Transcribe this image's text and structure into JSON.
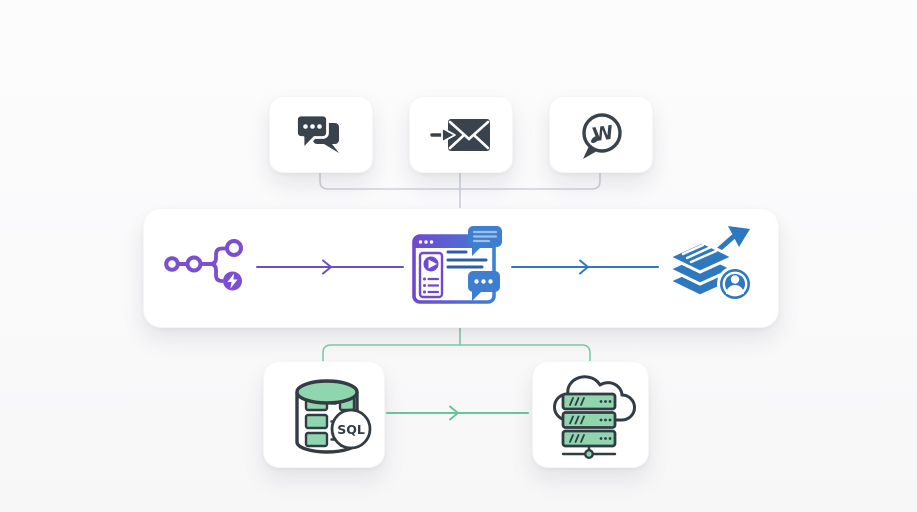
{
  "diagram": {
    "title": "messaging-to-workflow-integration-diagram",
    "channels": [
      {
        "id": "chat",
        "icon": "chat-messages-icon"
      },
      {
        "id": "email",
        "icon": "incoming-email-icon"
      },
      {
        "id": "whatsapp",
        "icon": "whatsapp-icon",
        "glyph": "W"
      }
    ],
    "pipeline": {
      "nodes": [
        {
          "id": "workflow-trigger",
          "icon": "workflow-branch-lightning-icon",
          "color": "#7b4fd0"
        },
        {
          "id": "app-chat-window",
          "icon": "app-window-chat-icon",
          "color": "#3d7ed0"
        },
        {
          "id": "document-stack-user",
          "icon": "document-stack-user-arrow-icon",
          "color": "#2e78bf"
        }
      ],
      "arrows": [
        {
          "from": "workflow-trigger",
          "to": "app-chat-window",
          "color": "#6b4ec6"
        },
        {
          "from": "app-chat-window",
          "to": "document-stack-user",
          "color": "#2e78c0"
        }
      ]
    },
    "storage": [
      {
        "id": "sql-database",
        "icon": "sql-database-icon",
        "badge": "SQL"
      },
      {
        "id": "cloud-servers",
        "icon": "cloud-server-rack-icon"
      }
    ],
    "storage_arrow": {
      "from": "sql-database",
      "to": "cloud-servers",
      "color": "#66c49c"
    },
    "colors": {
      "dark_icon": "#39434e",
      "dark_outline": "#333c44",
      "purple": "#7b4fd0",
      "purple_arrow": "#6b4ec6",
      "blue": "#2e78c0",
      "bubble_blue": "#3d7ed0",
      "green_fill": "#8fd6ae",
      "green_connector": "#7fcda7",
      "gray_connector": "#ced1db",
      "card_background": "#ffffff"
    }
  }
}
